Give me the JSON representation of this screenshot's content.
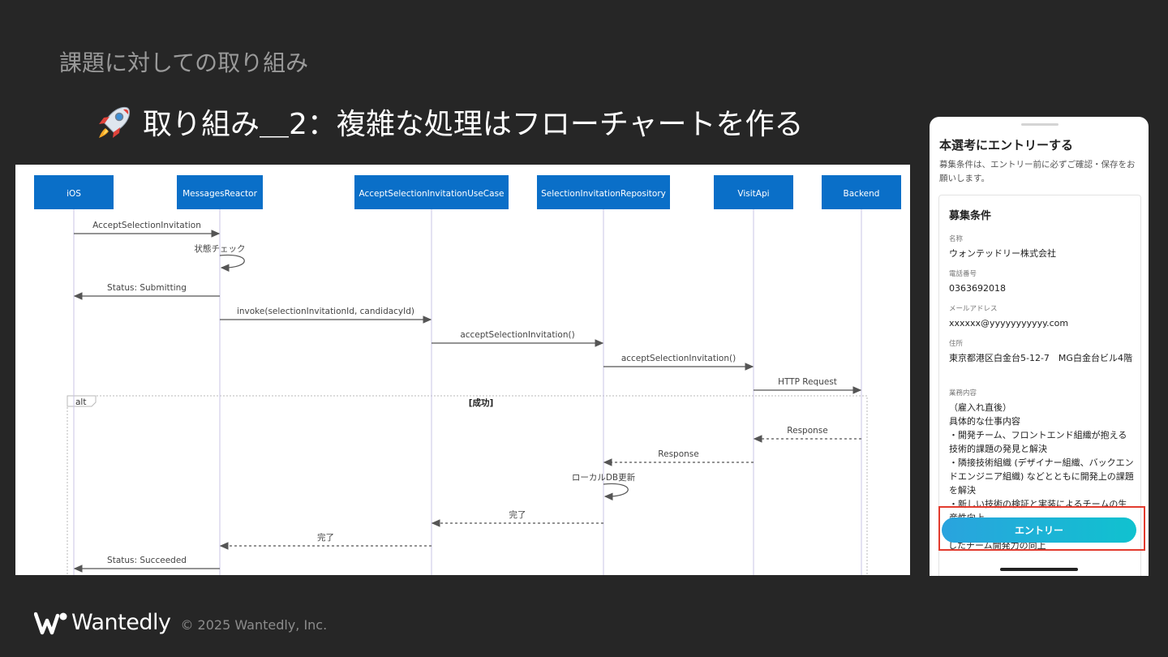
{
  "slide": {
    "section_title": "課題に対しての取り組み",
    "heading": "取り組み＿2：複雑な処理はフローチャートを作る",
    "rocket_icon": "rocket-icon"
  },
  "diagram": {
    "participants": [
      "iOS",
      "MessagesReactor",
      "AcceptSelectionInvitationUseCase",
      "SelectionInvitationRepository",
      "VisitApi",
      "Backend"
    ],
    "messages": [
      {
        "from": 0,
        "to": 1,
        "label": "AcceptSelectionInvitation",
        "style": "solid"
      },
      {
        "from": 1,
        "to": 1,
        "label": "状態チェック",
        "style": "self"
      },
      {
        "from": 1,
        "to": 0,
        "label": "Status: Submitting",
        "style": "solid"
      },
      {
        "from": 1,
        "to": 2,
        "label": "invoke(selectionInvitationId, candidacyId)",
        "style": "solid"
      },
      {
        "from": 2,
        "to": 3,
        "label": "acceptSelectionInvitation()",
        "style": "solid"
      },
      {
        "from": 3,
        "to": 4,
        "label": "acceptSelectionInvitation()",
        "style": "solid"
      },
      {
        "from": 4,
        "to": 5,
        "label": "HTTP Request",
        "style": "solid"
      },
      {
        "from": 5,
        "to": 4,
        "label": "Response",
        "style": "dashed"
      },
      {
        "from": 4,
        "to": 3,
        "label": "Response",
        "style": "dashed"
      },
      {
        "from": 3,
        "to": 3,
        "label": "ローカルDB更新",
        "style": "self"
      },
      {
        "from": 3,
        "to": 2,
        "label": "完了",
        "style": "dashed"
      },
      {
        "from": 2,
        "to": 1,
        "label": "完了",
        "style": "dashed"
      },
      {
        "from": 1,
        "to": 0,
        "label": "Status: Succeeded",
        "style": "solid"
      }
    ],
    "alt_fragment": {
      "tag": "alt",
      "condition": "[成功]"
    },
    "colors": {
      "participant_fill": "#0a6fc8",
      "lifeline": "#c9c4e6",
      "arrow": "#555555"
    }
  },
  "phone": {
    "sheet_title": "本選考にエントリーする",
    "sheet_note": "募集条件は、エントリー前に必ずご確認・保存をお願いします。",
    "card_title": "募集条件",
    "fields": [
      {
        "label": "名称",
        "value": "ウォンテッドリー株式会社"
      },
      {
        "label": "電話番号",
        "value": "0363692018"
      },
      {
        "label": "メールアドレス",
        "value": "xxxxxx@yyyyyyyyyyy.com"
      },
      {
        "label": "住所",
        "value": "東京都港区白金台5-12-7　MG白金台ビル4階"
      },
      {
        "label": "業務内容",
        "value": "（雇入れ直後）\n具体的な仕事内容\n・開発チーム、フロントエンド組織が抱える技術的課題の発見と解決\n・隣接技術組織 (デザイナー組織、バックエンドエンジニア組織) などとともに開発上の課題を解決\n・新しい技術の検証と実装によるチームの生産性向上"
      }
    ],
    "entry_button_label": "エントリー",
    "under_button_text": "したチーム開発力の向上",
    "highlight_color": "#e23b2e"
  },
  "footer": {
    "logo_text": "Wantedly",
    "copyright": "© 2025 Wantedly, Inc."
  }
}
